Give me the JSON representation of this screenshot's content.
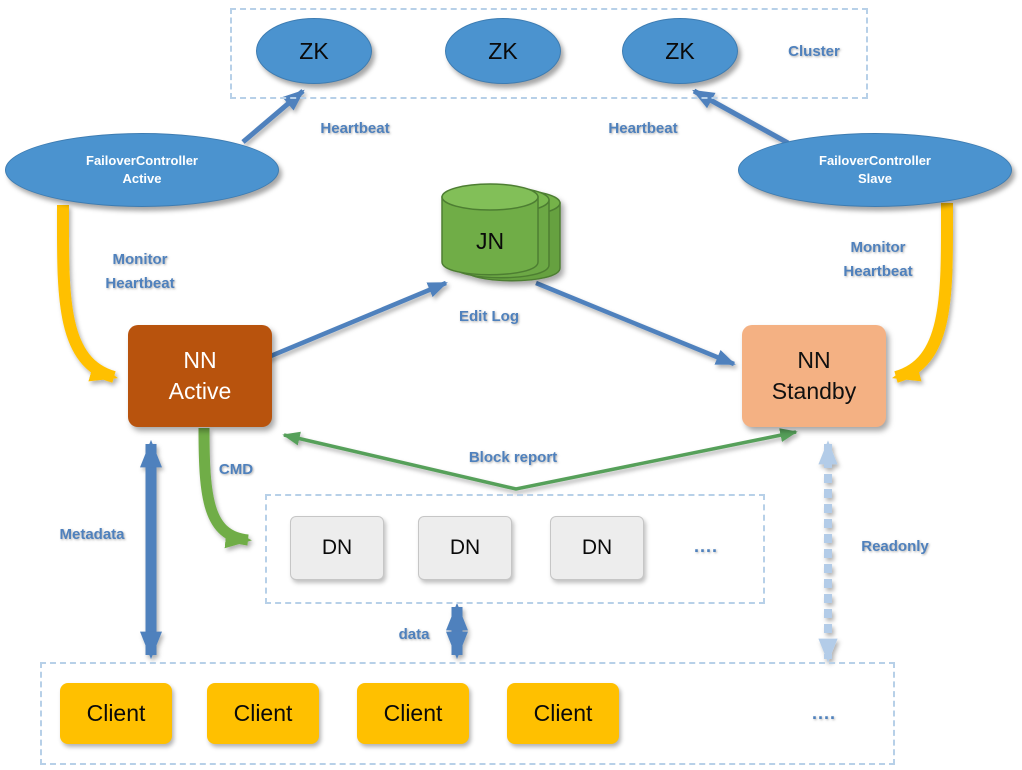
{
  "zk_cluster": {
    "title": "Cluster",
    "nodes": [
      {
        "label": "ZK"
      },
      {
        "label": "ZK"
      },
      {
        "label": "ZK"
      }
    ]
  },
  "failover_controllers": {
    "active": {
      "line1": "FailoverController",
      "line2": "Active"
    },
    "slave": {
      "line1": "FailoverController",
      "line2": "Slave"
    }
  },
  "journal": {
    "label": "JN"
  },
  "namenodes": {
    "active": {
      "line1": "NN",
      "line2": "Active"
    },
    "standby": {
      "line1": "NN",
      "line2": "Standby"
    }
  },
  "datanodes": {
    "nodes": [
      {
        "label": "DN"
      },
      {
        "label": "DN"
      },
      {
        "label": "DN"
      }
    ],
    "ellipsis": "...."
  },
  "clients": {
    "nodes": [
      {
        "label": "Client"
      },
      {
        "label": "Client"
      },
      {
        "label": "Client"
      },
      {
        "label": "Client"
      }
    ],
    "ellipsis": "...."
  },
  "labels": {
    "heartbeat_left": "Heartbeat",
    "heartbeat_right": "Heartbeat",
    "monitor_left_line1": "Monitor",
    "monitor_left_line2": "Heartbeat",
    "monitor_right_line1": "Monitor",
    "monitor_right_line2": "Heartbeat",
    "edit_log": "Edit Log",
    "cmd": "CMD",
    "block_report": "Block report",
    "metadata": "Metadata",
    "readonly": "Readonly",
    "data": "data"
  },
  "colors": {
    "node_blue": "#4b93cf",
    "label_blue": "#4f81bd",
    "arrow_blue": "#4f81bd",
    "arrow_yellow": "#ffc000",
    "arrow_green_thick": "#70ad47",
    "arrow_green_thin": "#57a05a",
    "arrow_lightblue": "#b3cce8",
    "nn_active_fill": "#b8530d",
    "nn_standby_fill": "#f4b183",
    "dn_fill": "#ededed",
    "client_fill": "#ffc000",
    "jn_fill": "#70ad47",
    "dashed_border": "#b7d0e8"
  }
}
